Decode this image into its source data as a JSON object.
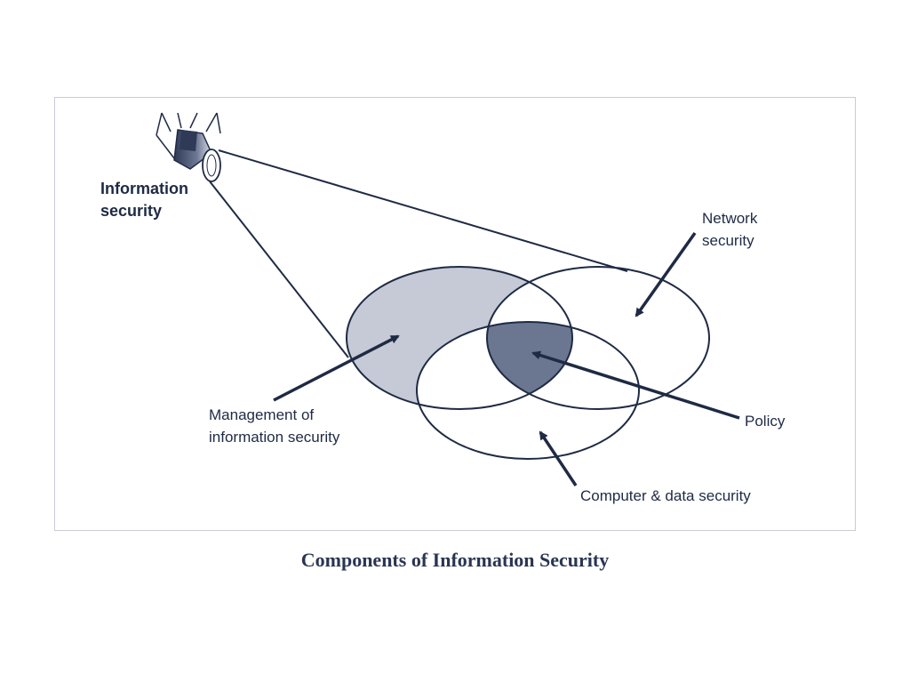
{
  "diagram": {
    "labels": {
      "information_security": [
        "Information",
        "security"
      ],
      "network_security": [
        "Network",
        "security"
      ],
      "management": [
        "Management of",
        "information security"
      ],
      "policy": "Policy",
      "computer_data": "Computer & data security"
    },
    "caption": "Components of Information Security",
    "colors": {
      "ink": "#1f2a44",
      "management_fill": "#c5cad6",
      "policy_fill": "#6b7690",
      "frame_border": "#c9ccd2"
    }
  }
}
